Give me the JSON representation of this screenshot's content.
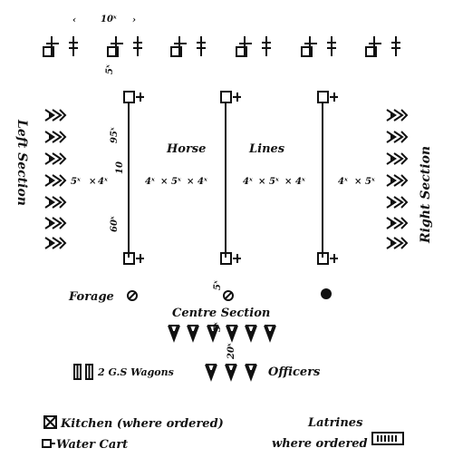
{
  "dimensions": {
    "top_spacing": "10ˣ",
    "tent_gap": "5ˣ",
    "line_length_upper": "95ˣ",
    "line_length_mid": "10",
    "line_length_lower": "60ˣ",
    "centre_gap": "5ˣ",
    "wagon_gap": "20ˣ",
    "left_row": [
      "5ˣ",
      "4ˣ"
    ],
    "centre_left_row": [
      "4ˣ",
      "5ˣ",
      "4ˣ"
    ],
    "centre_right_row": [
      "4ˣ",
      "5ˣ",
      "4ˣ"
    ],
    "right_row": [
      "4ˣ",
      "5ˣ"
    ]
  },
  "labels": {
    "horse": "Horse",
    "lines": "Lines",
    "left_section": "Left Section",
    "right_section": "Right Section",
    "forage": "Forage",
    "centre_section": "Centre Section",
    "wagons": "2 G.S Wagons",
    "officers": "Officers"
  },
  "legend": {
    "kitchen": "Kitchen (where ordered)",
    "water_cart": "Water Cart",
    "latrines": "Latrines",
    "latrines_where": "where ordered"
  }
}
